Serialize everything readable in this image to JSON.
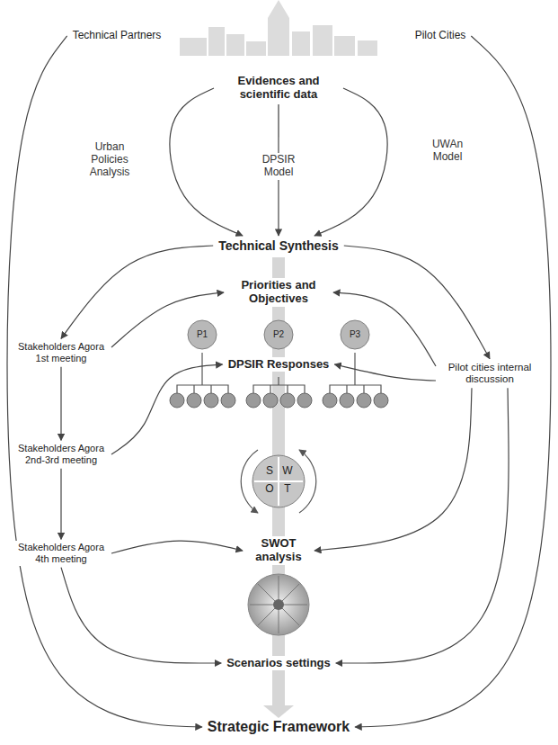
{
  "diagram": {
    "nodes": [
      {
        "text": [
          "Technical Partners"
        ]
      },
      {
        "text": [
          "Pilot Cities"
        ]
      },
      {
        "text": [
          "Evidences and scientific data"
        ]
      },
      {
        "text": [
          "Technical Synthesis"
        ]
      },
      {
        "text": [
          "Stakeholders Agora 1st meeting"
        ]
      },
      {
        "text": [
          "Priorities and Objectives"
        ]
      },
      {
        "text": [
          "Pilot cities internal discussion"
        ]
      },
      {
        "text": [
          "P1"
        ]
      },
      {
        "text": [
          "P2"
        ]
      },
      {
        "text": [
          "P3"
        ]
      },
      {
        "text": [
          "DPSIR Responses"
        ]
      },
      {
        "text": [
          "Stakeholders Agora 2nd-3rd meeting"
        ]
      },
      {
        "text": [
          "S",
          "W",
          "O",
          "T"
        ]
      },
      {
        "text": [
          "Stakeholders Agora 4th meeting"
        ]
      },
      {
        "text": [
          "SWOT analysis"
        ]
      },
      {
        "text": [
          "Scenarios settings"
        ]
      },
      {
        "text": [
          "Strategic Framework"
        ]
      }
    ],
    "edges": [
      {
        "from": 2,
        "to": 3,
        "label": "Urban Policies Analysis",
        "arrow": "to"
      },
      {
        "from": 2,
        "to": 3,
        "label": "DPSIR Model",
        "arrow": "to"
      },
      {
        "from": 2,
        "to": 3,
        "label": "UWAn Model",
        "arrow": "to"
      },
      {
        "from": 3,
        "to": 4,
        "arrow": "to"
      },
      {
        "from": 3,
        "to": 6,
        "arrow": "to"
      },
      {
        "from": 4,
        "to": 5,
        "arrow": "to"
      },
      {
        "from": 6,
        "to": 5,
        "arrow": "to"
      },
      {
        "from": 4,
        "to": 11,
        "arrow": "to"
      },
      {
        "from": 11,
        "to": 10,
        "arrow": "to"
      },
      {
        "from": 6,
        "to": 10,
        "arrow": "to"
      },
      {
        "from": 11,
        "to": 13,
        "arrow": "to"
      },
      {
        "from": 13,
        "to": 14,
        "arrow": "to"
      },
      {
        "from": 6,
        "to": 14,
        "arrow": "to"
      },
      {
        "from": 13,
        "to": 15,
        "arrow": "to"
      },
      {
        "from": 6,
        "to": 15,
        "arrow": "to"
      },
      {
        "from": 0,
        "to": 16,
        "arrow": "to"
      },
      {
        "from": 1,
        "to": 16,
        "arrow": "to"
      }
    ]
  }
}
